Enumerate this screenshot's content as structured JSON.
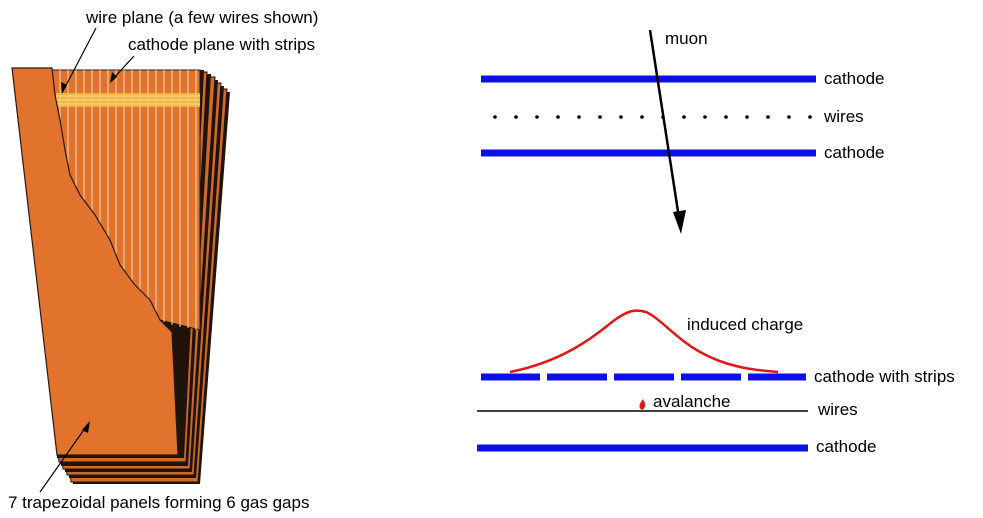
{
  "left_diagram": {
    "labels": {
      "wire_plane": "wire plane (a few wires shown)",
      "cathode_plane": "cathode plane with strips",
      "panels": "7 trapezoidal panels forming 6 gas gaps"
    }
  },
  "right_top": {
    "labels": {
      "muon": "muon",
      "cathode_top": "cathode",
      "wires": "wires",
      "cathode_bottom": "cathode"
    }
  },
  "right_bottom": {
    "labels": {
      "induced_charge": "induced charge",
      "cathode_strips": "cathode with strips",
      "avalanche": "avalanche",
      "wires": "wires",
      "cathode": "cathode"
    }
  },
  "colors": {
    "panel_orange": "#e2732c",
    "strip_blue": "#0a10e6",
    "charge_red": "#e01818",
    "band_yellow": "#f1c24a"
  }
}
